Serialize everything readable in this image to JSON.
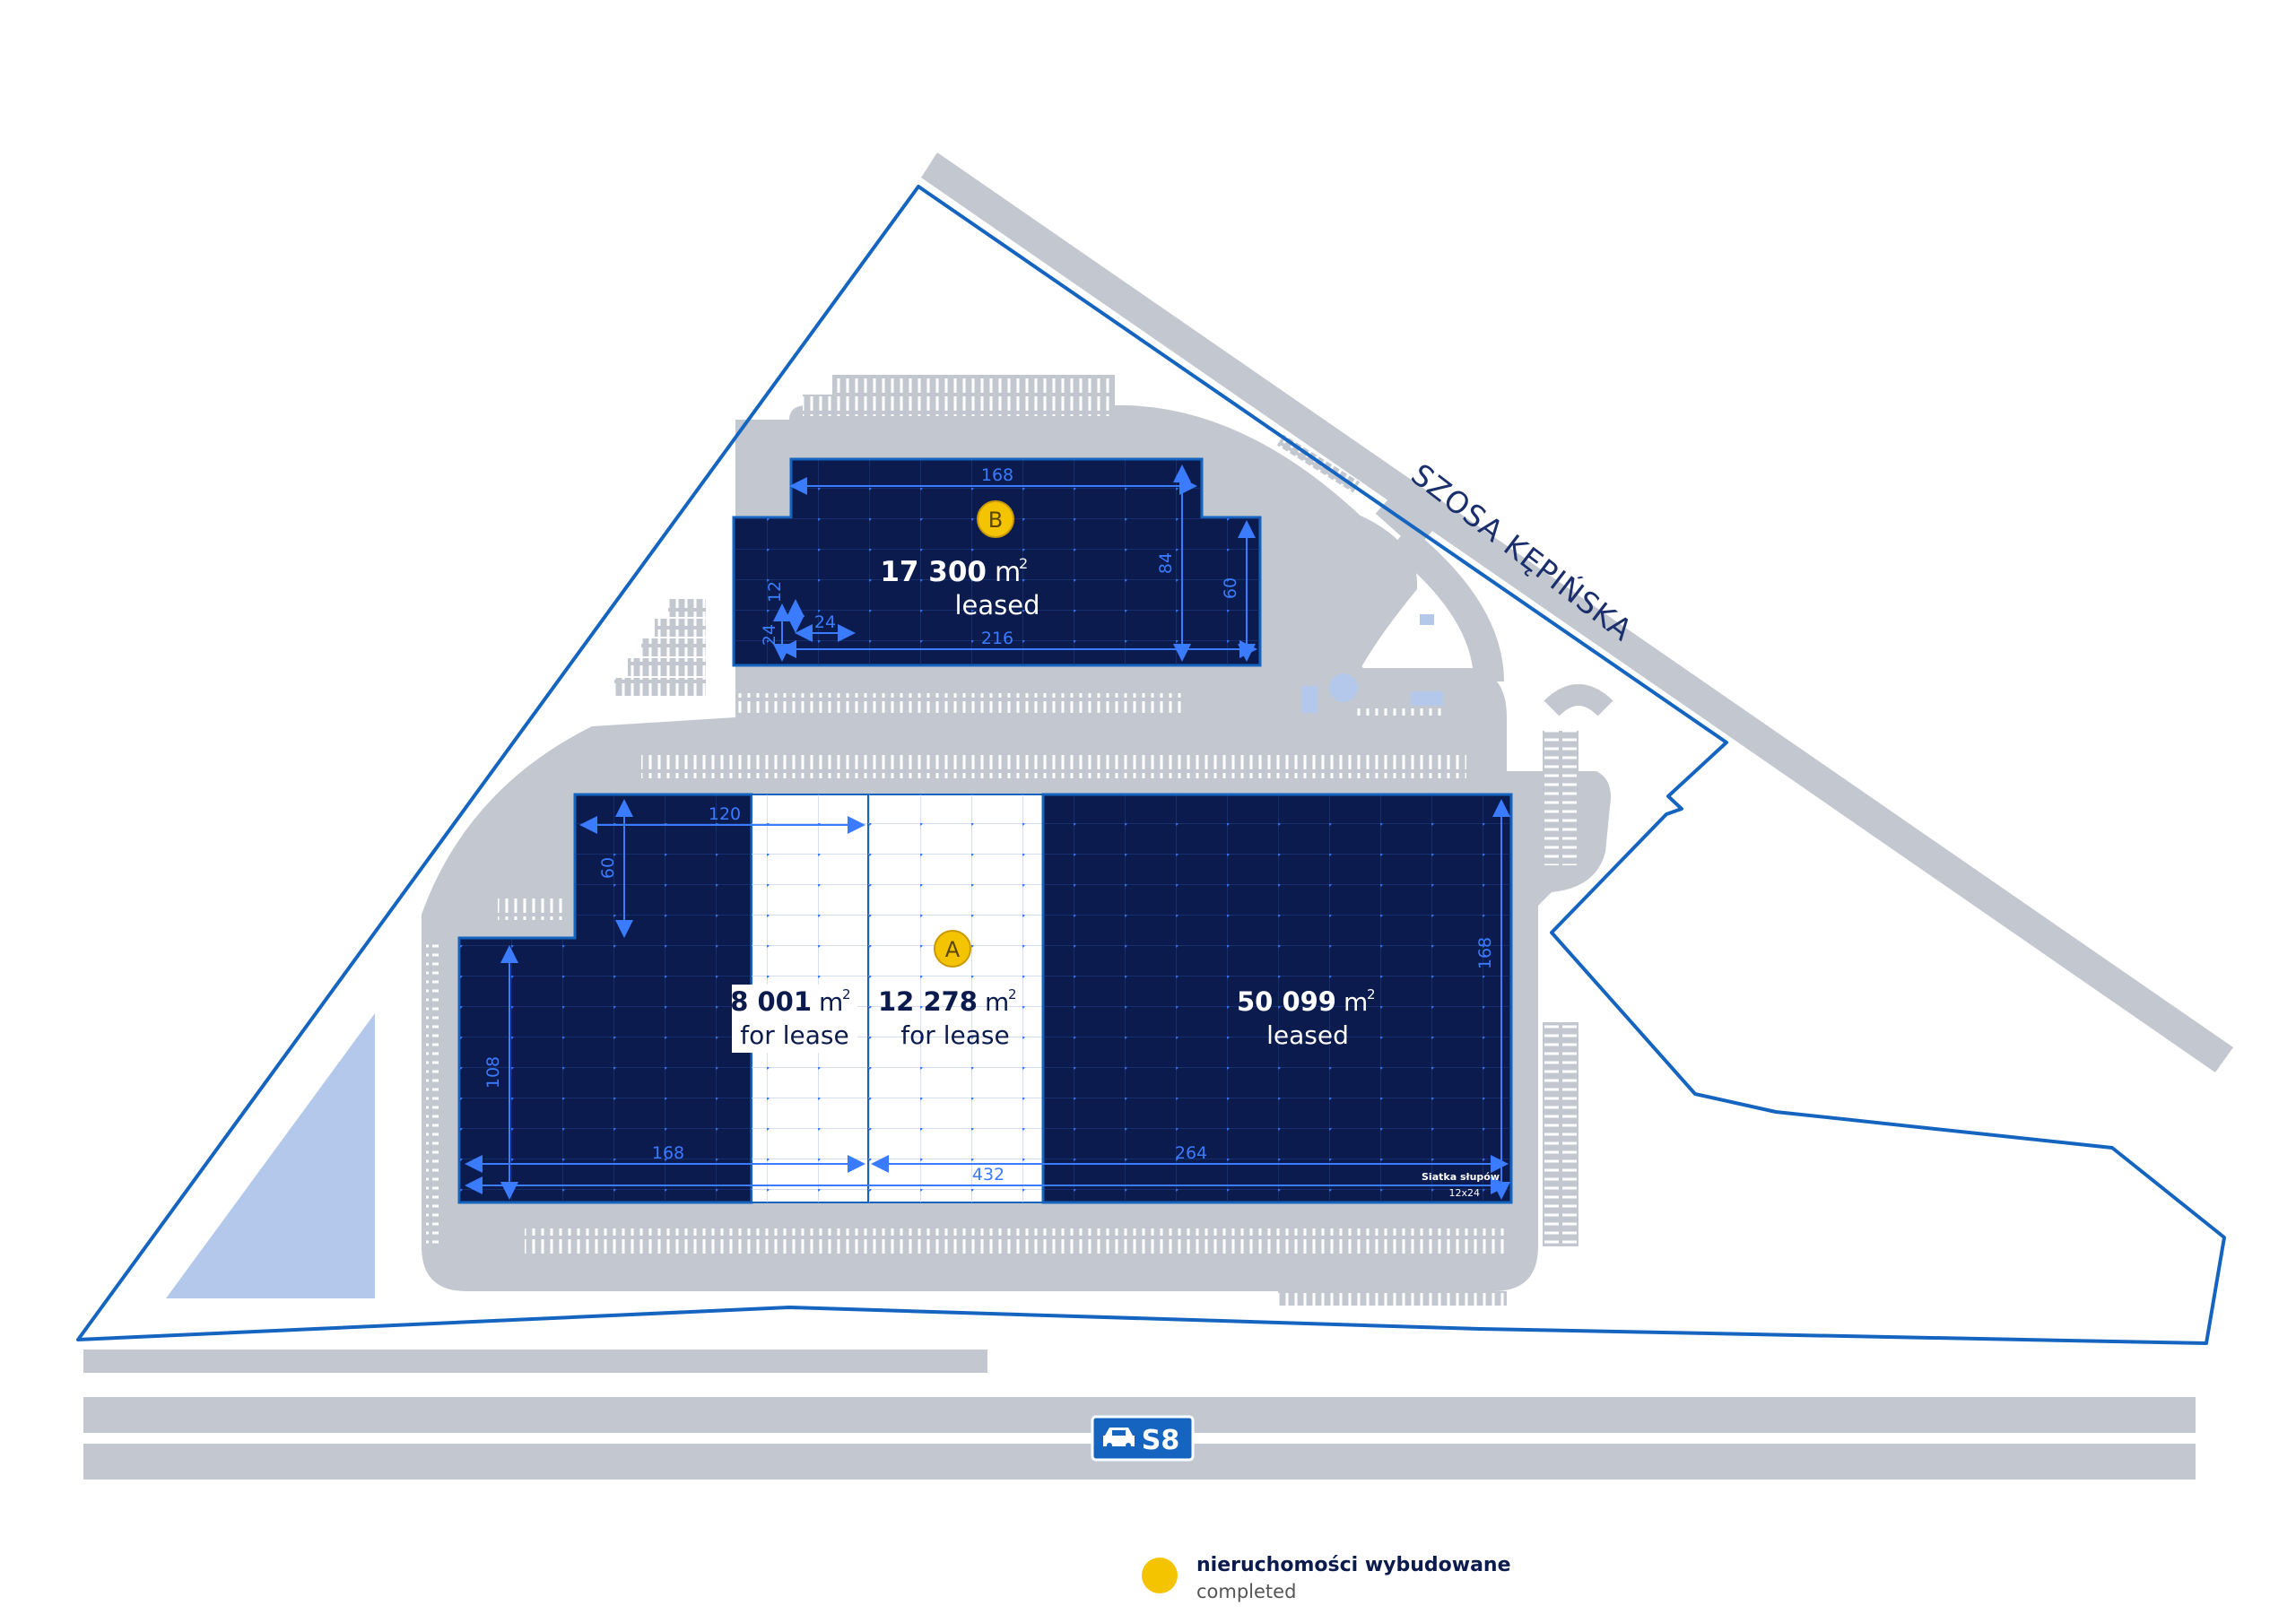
{
  "road_name": "SZOSA KĘPIŃSKA",
  "highway": {
    "label": "S8",
    "icon": "car-icon"
  },
  "buildings": {
    "A": {
      "marker": "A",
      "units": [
        {
          "area": "8 001",
          "unit": "m",
          "sup": "2",
          "status": "for lease"
        },
        {
          "area": "12 278",
          "unit": "m",
          "sup": "2",
          "status": "for lease"
        },
        {
          "area": "50 099",
          "unit": "m",
          "sup": "2",
          "status": "leased"
        }
      ],
      "dimensions": {
        "top_left_width": "120",
        "left_offset": "60",
        "left_height": "108",
        "right_height": "168",
        "bottom_left": "168",
        "bottom_mid": "432",
        "bottom_right": "264"
      },
      "grid_note": {
        "line1": "Siatka słupów",
        "line2": "12x24"
      }
    },
    "B": {
      "marker": "B",
      "area": "17 300",
      "unit": "m",
      "sup": "2",
      "status": "leased",
      "dimensions": {
        "top": "168",
        "bottom": "216",
        "h84": "84",
        "h60": "60",
        "h12": "12",
        "h24": "24",
        "w24": "24"
      }
    }
  },
  "legend": {
    "title": "nieruchomości wybudowane",
    "subtitle": "completed",
    "color": "#f5c400"
  },
  "colors": {
    "navy": "#0b1b4d",
    "boundary": "#1565c0",
    "road": "#c3c8d0",
    "grid": "#2a5cc9",
    "marker": "#f5c400",
    "pond": "#b4c8ec"
  }
}
